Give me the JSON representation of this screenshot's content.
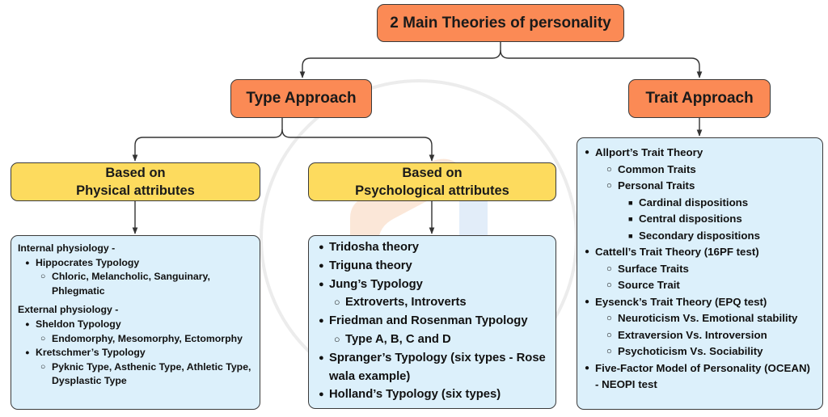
{
  "root": {
    "title": "2 Main Theories of personality"
  },
  "type_approach": {
    "title": "Type Approach",
    "physical": {
      "header_line1": "Based on",
      "header_line2": "Physical attributes",
      "internal_label": "Internal physiology -",
      "internal_items": [
        {
          "name": "Hippocrates Typology",
          "sub": [
            "Chloric, Melancholic, Sanguinary, Phlegmatic"
          ]
        }
      ],
      "external_label": "External physiology -",
      "external_items": [
        {
          "name": "Sheldon Typology",
          "sub": [
            "Endomorphy, Mesomorphy, Ectomorphy"
          ]
        },
        {
          "name": "Kretschmer’s Typology",
          "sub": [
            "Pyknic Type, Asthenic Type, Athletic Type, Dysplastic Type"
          ]
        }
      ]
    },
    "psychological": {
      "header_line1": "Based on",
      "header_line2": "Psychological attributes",
      "items": [
        {
          "name": "Tridosha theory",
          "sub": []
        },
        {
          "name": "Triguna theory",
          "sub": []
        },
        {
          "name": "Jung’s Typology",
          "sub": [
            "Extroverts, Introverts"
          ]
        },
        {
          "name": "Friedman and Rosenman Typology",
          "sub": [
            "Type A, B, C and D"
          ]
        },
        {
          "name": "Spranger’s Typology (six types - Rose wala example)",
          "sub": []
        },
        {
          "name": "Holland’s Typology (six types)",
          "sub": []
        }
      ]
    }
  },
  "trait_approach": {
    "title": "Trait Approach",
    "items": [
      {
        "name": "Allport’s Trait Theory",
        "sub": [
          {
            "name": "Common Traits",
            "sub": []
          },
          {
            "name": "Personal Traits",
            "sub": [
              "Cardinal dispositions",
              "Central dispositions",
              "Secondary dispositions"
            ]
          }
        ]
      },
      {
        "name": "Cattell’s Trait Theory (16PF test)",
        "sub": [
          {
            "name": "Surface Traits",
            "sub": []
          },
          {
            "name": "Source Trait",
            "sub": []
          }
        ]
      },
      {
        "name": "Eysenck’s Trait Theory (EPQ test)",
        "sub": [
          {
            "name": "Neuroticism Vs. Emotional stability",
            "sub": []
          },
          {
            "name": "Extraversion Vs. Introversion",
            "sub": []
          },
          {
            "name": "Psychoticism Vs. Sociability",
            "sub": []
          }
        ]
      },
      {
        "name": "Five-Factor Model of Personality (OCEAN) - NEOPI test",
        "sub": []
      }
    ]
  },
  "colors": {
    "orange": "#fb8a55",
    "yellow": "#fddb5e",
    "blue": "#dcf0fb",
    "border": "#3a3a3a"
  }
}
